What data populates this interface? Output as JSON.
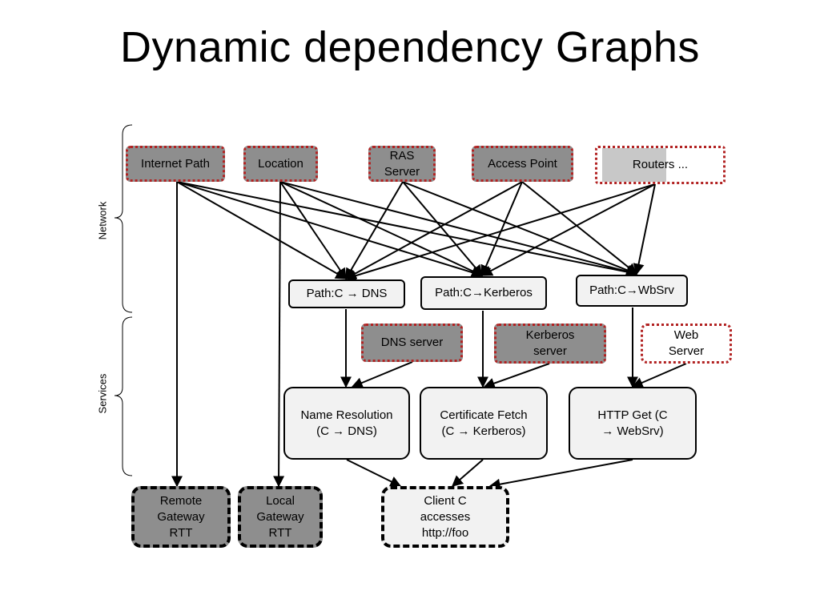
{
  "title": "Dynamic dependency Graphs",
  "groups": {
    "network": "Network",
    "services": "Services"
  },
  "nodes": {
    "internet_path": "Internet Path",
    "location": "Location",
    "ras_server": "RAS Server",
    "access_point": "Access Point",
    "routers": "Routers ...",
    "path_dns": "Path:C → DNS",
    "path_kerberos": "Path:C→Kerberos",
    "path_websrv": "Path:C→WbSrv",
    "dns_server": "DNS server",
    "kerberos_server": "Kerberos server",
    "web_server": "Web Server",
    "name_resolution": "Name Resolution (C → DNS)",
    "certificate_fetch": "Certificate Fetch (C → Kerberos)",
    "http_get": "HTTP Get (C → WebSrv)",
    "remote_gateway_rtt": "Remote Gateway RTT",
    "local_gateway_rtt": "Local Gateway RTT",
    "client_c": "Client C accesses http://foo"
  },
  "colors": {
    "dark_fill": "#8e8e8e",
    "light_fill": "#f2f2f2",
    "dotted_border": "#b22222"
  }
}
